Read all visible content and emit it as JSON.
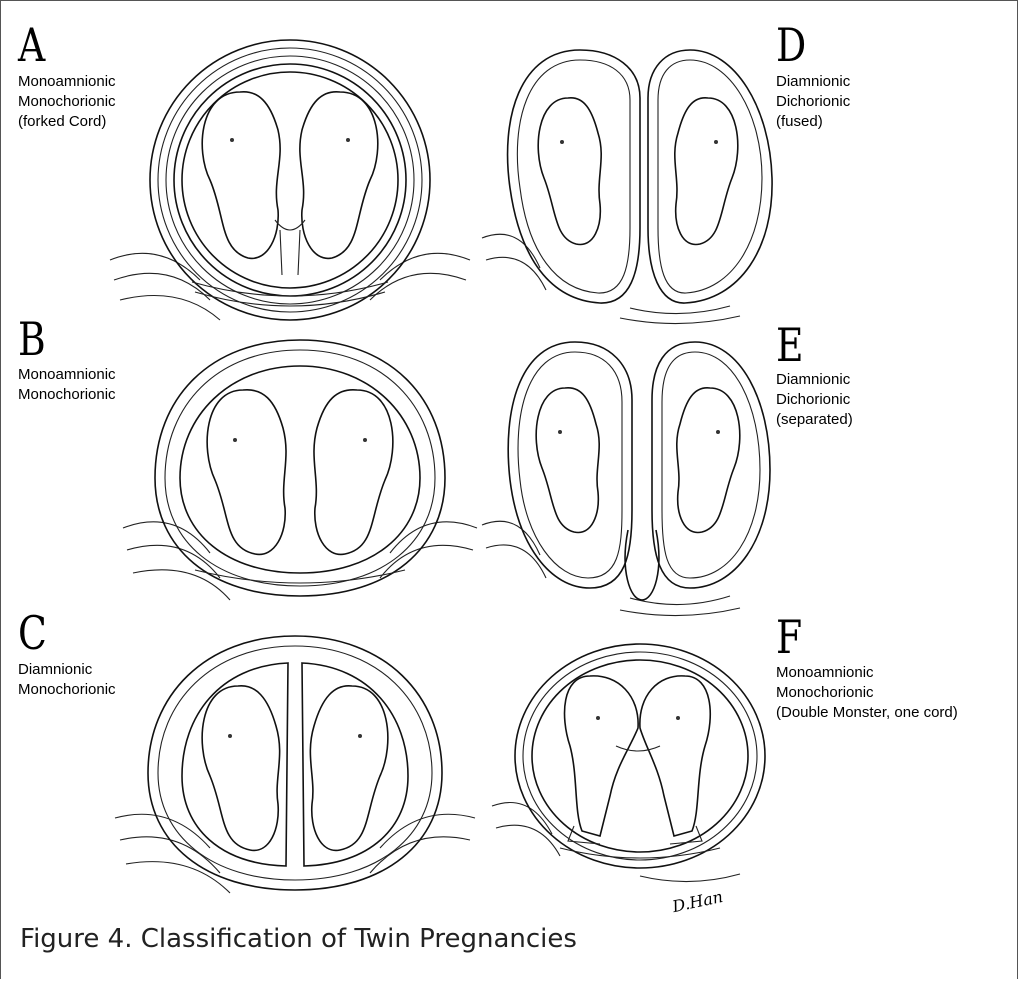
{
  "panels": [
    {
      "id": "A",
      "letter": "A",
      "lines": [
        "Monoamnionic",
        "Monochorionic",
        "(forked Cord)"
      ]
    },
    {
      "id": "B",
      "letter": "B",
      "lines": [
        "Monoamnionic",
        "Monochorionic"
      ]
    },
    {
      "id": "C",
      "letter": "C",
      "lines": [
        "Diamnionic",
        "Monochorionic"
      ]
    },
    {
      "id": "D",
      "letter": "D",
      "lines": [
        "Diamnionic",
        "Dichorionic",
        "(fused)"
      ]
    },
    {
      "id": "E",
      "letter": "E",
      "lines": [
        "Diamnionic",
        "Dichorionic",
        "(separated)"
      ]
    },
    {
      "id": "F",
      "letter": "F",
      "lines": [
        "Monoamnionic",
        "Monochorionic",
        "(Double Monster, one cord)"
      ]
    }
  ],
  "caption": "Figure 4. Classification of Twin Pregnancies",
  "signature": "D.Han"
}
